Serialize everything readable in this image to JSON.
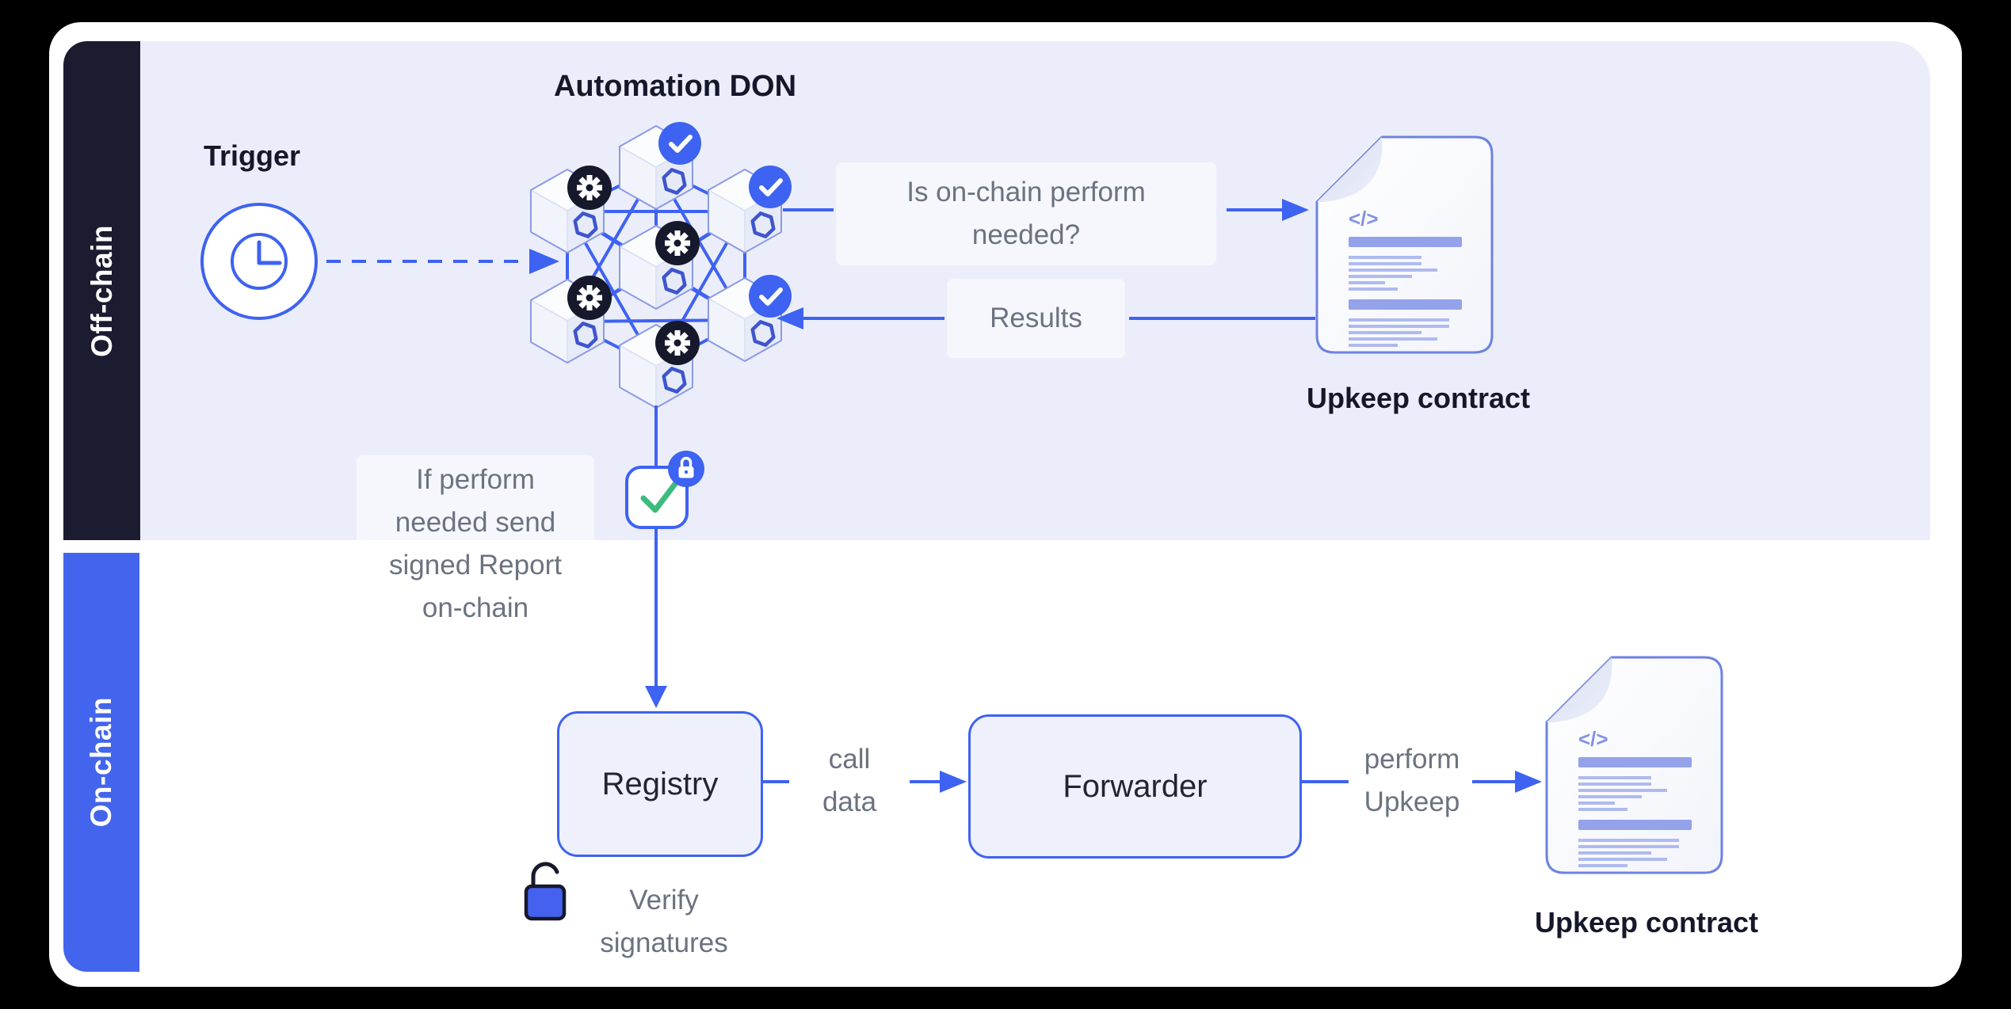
{
  "sections": {
    "off_chain": {
      "label": "Off-chain"
    },
    "on_chain": {
      "label": "On-chain"
    }
  },
  "off_chain": {
    "trigger": {
      "label": "Trigger"
    },
    "don": {
      "title": "Automation DON"
    },
    "question": {
      "line1": "Is on-chain perform",
      "line2": "needed?"
    },
    "results": {
      "label": "Results"
    },
    "report_note": {
      "line1": "If perform",
      "line2": "needed send",
      "line3": "signed Report",
      "line4": "on-chain"
    },
    "upkeep_contract": {
      "label": "Upkeep contract"
    }
  },
  "on_chain": {
    "registry": {
      "label": "Registry"
    },
    "call_data": {
      "line1": "call",
      "line2": "data"
    },
    "forwarder": {
      "label": "Forwarder"
    },
    "perform_upkeep": {
      "line1": "perform",
      "line2": "Upkeep"
    },
    "verify_signatures": {
      "line1": "Verify",
      "line2": "signatures"
    },
    "upkeep_contract": {
      "label": "Upkeep contract"
    }
  },
  "doc": {
    "code_glyph": "</>"
  },
  "colors": {
    "accent_blue": "#3E62F1",
    "strip_blue": "#4365EE",
    "dark_navy": "#1B1C30",
    "offchain_bg": "#EBEEFA",
    "box_fill": "#EEF1FC",
    "gray_text": "#6B7280",
    "dark_text": "#15172B",
    "green_check": "#3DBA7E",
    "gear_badge": "#16182B",
    "doc_bar": "#93A2E9",
    "doc_line": "#AFBAEF"
  }
}
